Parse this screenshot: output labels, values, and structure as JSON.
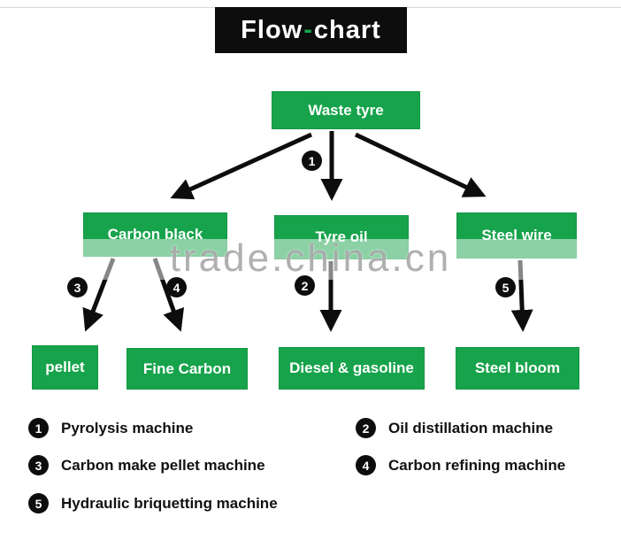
{
  "title": {
    "pre": "Flow",
    "dash": "-",
    "post": "chart"
  },
  "nodes": {
    "waste_tyre": "Waste tyre",
    "carbon_black": "Carbon black",
    "tyre_oil": "Tyre oil",
    "steel_wire": "Steel wire",
    "pellet": "pellet",
    "fine_carbon": "Fine Carbon",
    "diesel_gasoline": "Diesel & gasoline",
    "steel_bloom": "Steel bloom"
  },
  "markers": {
    "m1": "1",
    "m2": "2",
    "m3": "3",
    "m4": "4",
    "m5": "5"
  },
  "legend": [
    {
      "num": "1",
      "label": "Pyrolysis machine"
    },
    {
      "num": "2",
      "label": "Oil distillation machine"
    },
    {
      "num": "3",
      "label": "Carbon make pellet machine"
    },
    {
      "num": "4",
      "label": "Carbon refining machine"
    },
    {
      "num": "5",
      "label": "Hydraulic briquetting machine"
    }
  ],
  "watermark": "trade.china.cn",
  "colors": {
    "green": "#17a34b",
    "black": "#0d0d0d"
  }
}
